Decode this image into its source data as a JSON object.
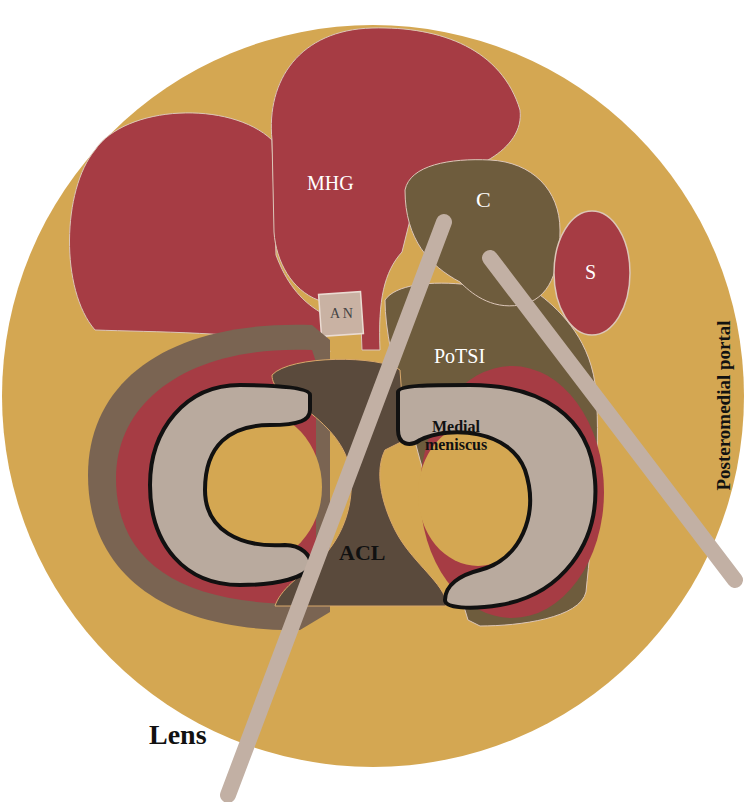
{
  "diagram": {
    "nodes": [
      {
        "text": [
          "MHG"
        ]
      },
      {
        "text": [
          "C"
        ]
      },
      {
        "text": [
          "S"
        ]
      },
      {
        "text": [
          "A N"
        ]
      },
      {
        "text": [
          "PoTSI"
        ]
      },
      {
        "text": [
          "Medial meniscus"
        ]
      },
      {
        "text": [
          "ACL"
        ]
      }
    ],
    "labels": [
      "Lens",
      "Posteromedial portal"
    ]
  }
}
